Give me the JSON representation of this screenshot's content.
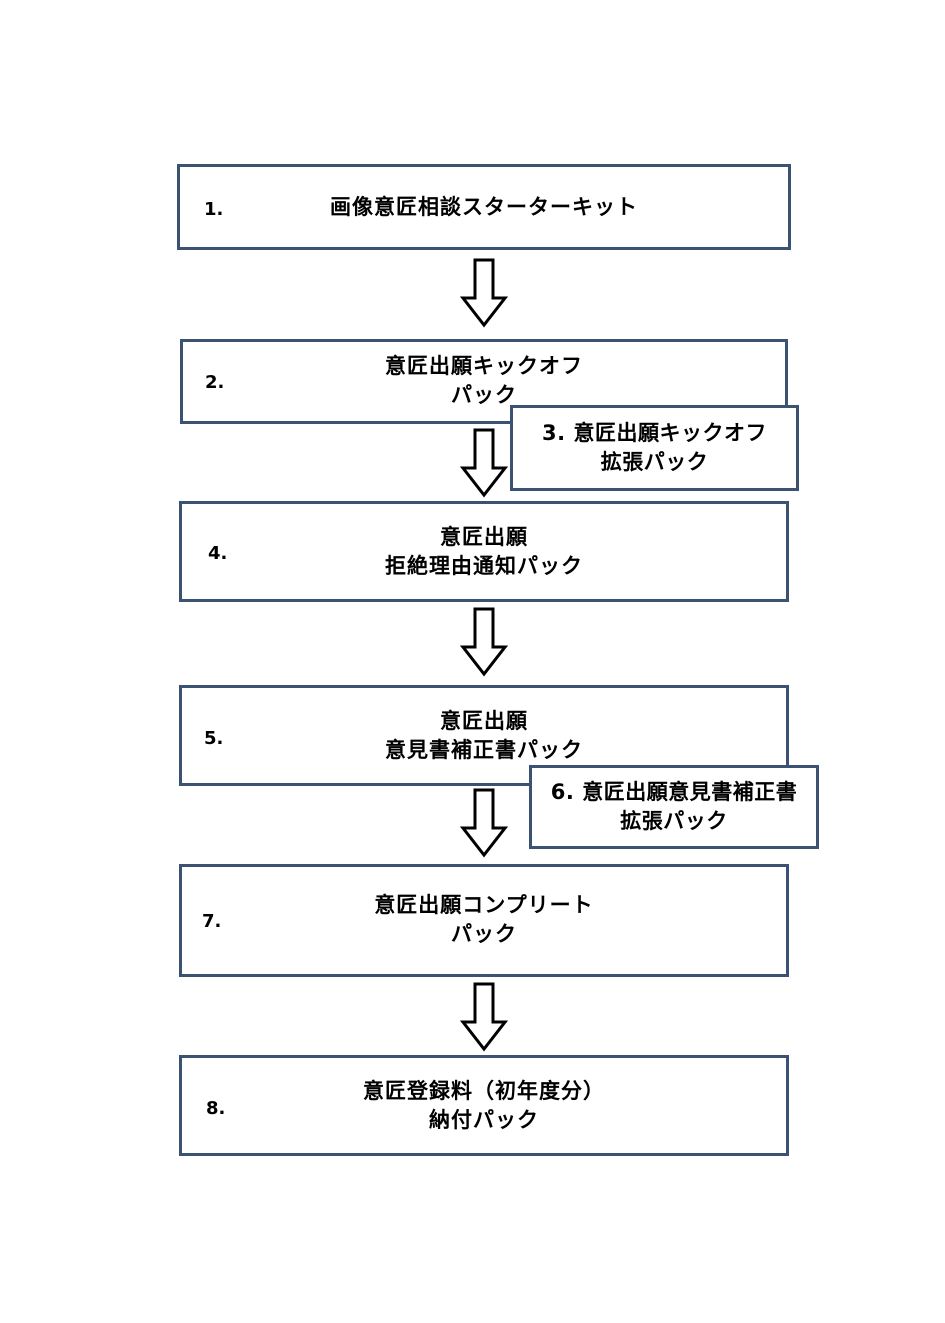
{
  "steps": [
    {
      "num": "1.",
      "line1": "画像意匠相談スターターキット",
      "line2": ""
    },
    {
      "num": "2.",
      "line1": "意匠出願キックオフ",
      "line2": "パック"
    },
    {
      "num": "4.",
      "line1": "意匠出願",
      "line2": "拒絶理由通知パック"
    },
    {
      "num": "5.",
      "line1": "意匠出願",
      "line2": "意見書補正書パック"
    },
    {
      "num": "7.",
      "line1": "意匠出願コンプリート",
      "line2": "パック"
    },
    {
      "num": "8.",
      "line1": "意匠登録料（初年度分）",
      "line2": "納付パック"
    }
  ],
  "extensions": [
    {
      "line1": "3. 意匠出願キックオフ",
      "line2": "拡張パック"
    },
    {
      "line1": "6. 意匠出願意見書補正書",
      "line2": "拡張パック"
    }
  ],
  "colors": {
    "border": "#3b5272",
    "arrow": "#000000"
  }
}
